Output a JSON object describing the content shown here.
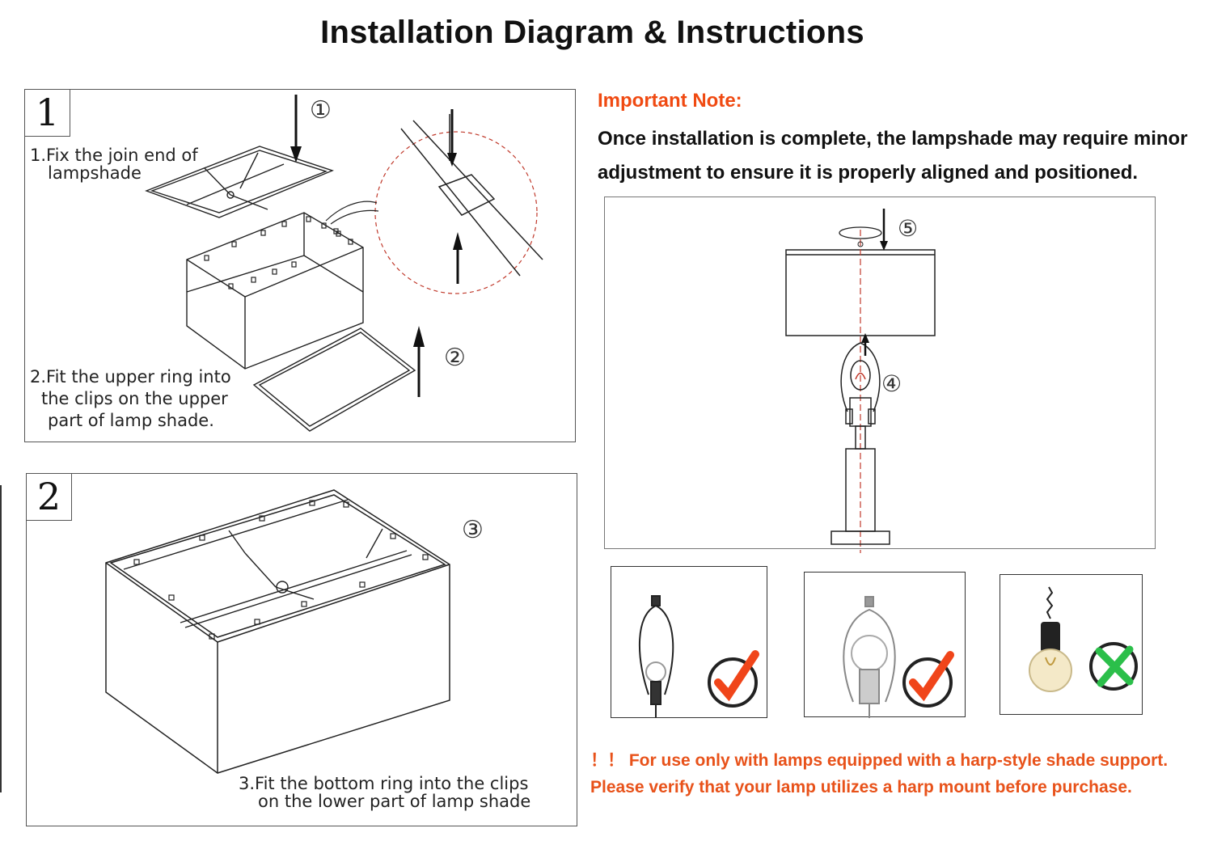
{
  "title": "Installation Diagram & Instructions",
  "step1": {
    "number": "1",
    "caption_a_line1": "1.Fix the join end of",
    "caption_a_line2": "lampshade",
    "caption_b_line1": "2.Fit the upper ring into",
    "caption_b_line2": "the clips on the upper",
    "caption_b_line3": "part of lamp shade.",
    "marker_1": "①",
    "marker_2": "②"
  },
  "step2": {
    "number": "2",
    "marker_3": "③",
    "caption_line1": "3.Fit the bottom ring into the clips",
    "caption_line2": "on the lower part of lamp shade"
  },
  "note": {
    "heading": "Important Note:",
    "line1": "Once installation is complete, the lampshade may require minor",
    "line2": "adjustment to ensure it is properly aligned and positioned."
  },
  "lamp_diagram": {
    "marker_4": "④",
    "marker_5": "⑤"
  },
  "compatibility": [
    {
      "item": "harp-with-bulb",
      "status": "ok",
      "icon": "check-icon"
    },
    {
      "item": "silver-harp-with-bulb",
      "status": "ok",
      "icon": "check-icon"
    },
    {
      "item": "pendant-socket-no-harp",
      "status": "not-ok",
      "icon": "cross-icon"
    }
  ],
  "warning": {
    "line1": "！！ For use only with lamps equipped with a harp-style shade support.",
    "line2": "Please verify that your lamp utilizes a harp mount before purchase."
  },
  "colors": {
    "accent_orange": "#f04a12",
    "check_orange": "#f0451a",
    "cross_green": "#2bbf4a",
    "red_dash": "#c0392b"
  }
}
